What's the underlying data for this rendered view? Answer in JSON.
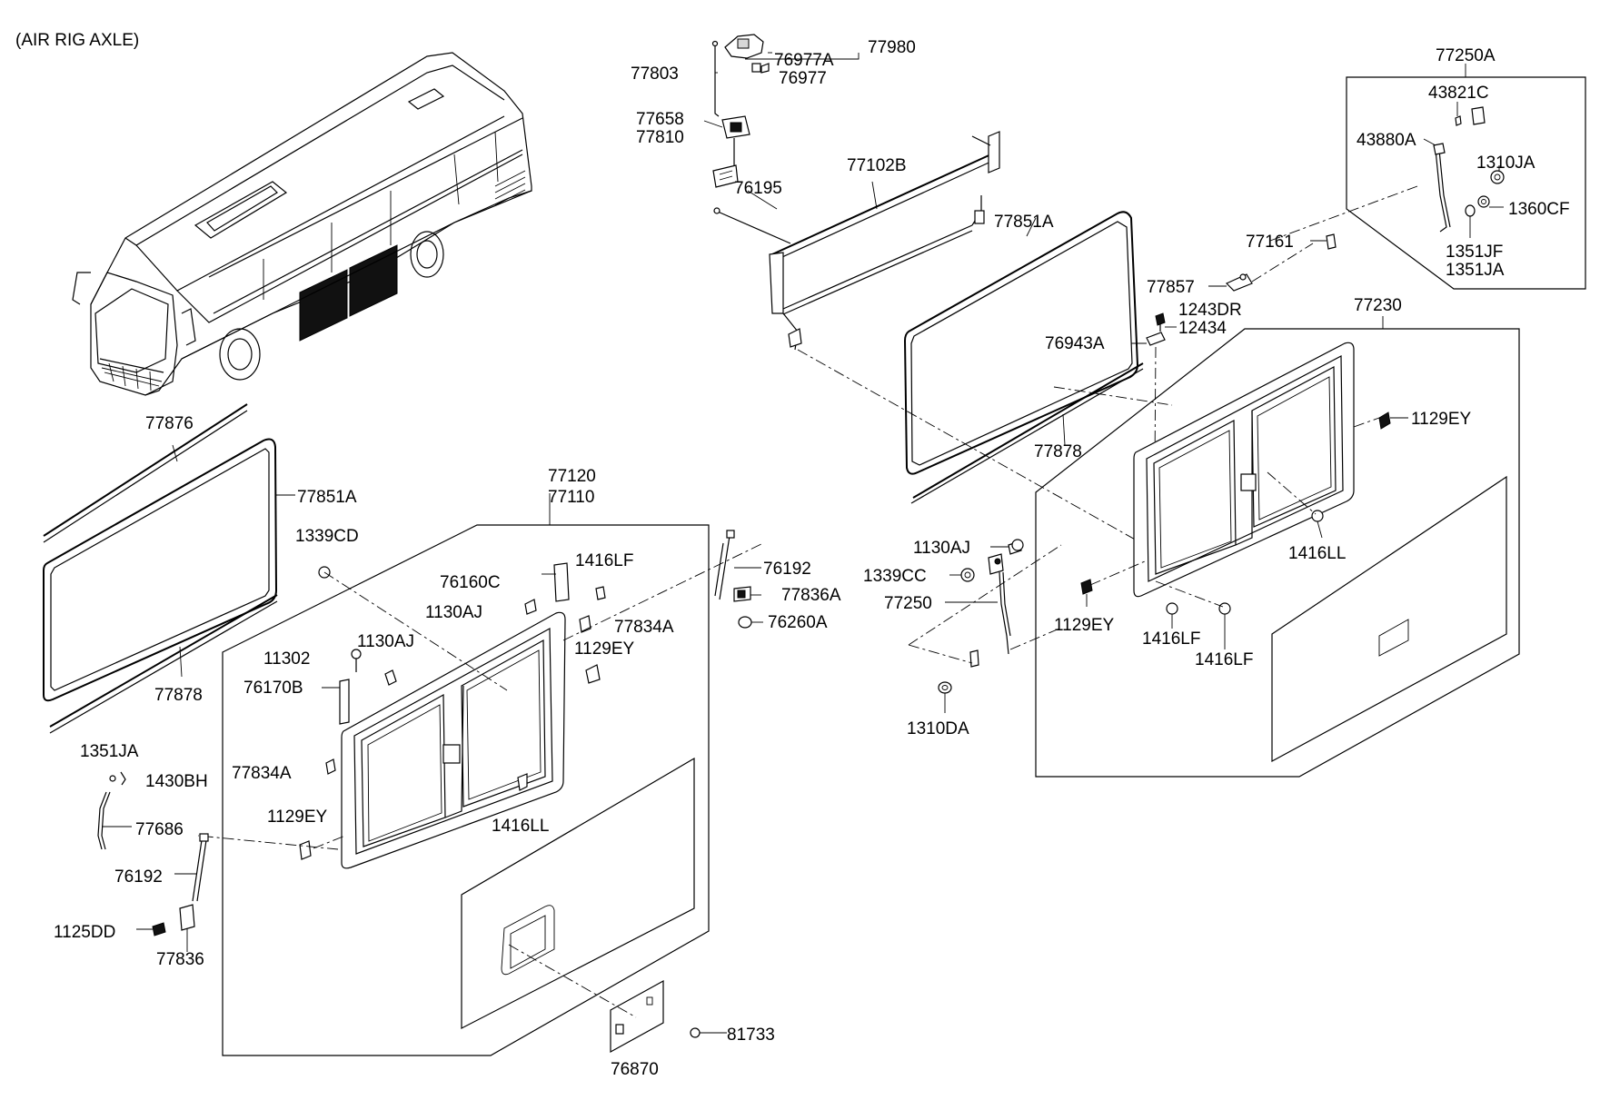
{
  "caption": "(AIR RIG AXLE)",
  "labels": {
    "p77803": "77803",
    "p76977A": "76977A",
    "p76977": "76977",
    "p77980": "77980",
    "p77658": "77658",
    "p77810": "77810",
    "p76195": "76195",
    "p77102B": "77102B",
    "p77851A_top": "77851A",
    "p77878_top": "77878",
    "p77876": "77876",
    "p77851A_left": "77851A",
    "p77878_left": "77878",
    "p1339CD": "1339CD",
    "p77120": "77120",
    "p77110": "77110",
    "p76160C": "76160C",
    "p1416LF_a": "1416LF",
    "p1130AJ_a": "1130AJ",
    "p77834A_a": "77834A",
    "p1129EY_a": "1129EY",
    "p76192_a": "76192",
    "p77836A": "77836A",
    "p76260A": "76260A",
    "p11302": "11302",
    "p1130AJ_b": "1130AJ",
    "p76170B": "76170B",
    "p77834A_b": "77834A",
    "p1416LL_a": "1416LL",
    "p1129EY_b": "1129EY",
    "p1351JA_left": "1351JA",
    "p1430BH": "1430BH",
    "p77686": "77686",
    "p76192_b": "76192",
    "p1125DD": "1125DD",
    "p77836": "77836",
    "p76870": "76870",
    "p81733": "81733",
    "p77250A": "77250A",
    "p43821C": "43821C",
    "p43880A": "43880A",
    "p1310JA": "1310JA",
    "p1360CF": "1360CF",
    "p1351JF": "1351JF",
    "p1351JA_right": "1351JA",
    "p77161": "77161",
    "p77857": "77857",
    "p1243DR": "1243DR",
    "p12434": "12434",
    "p76943A": "76943A",
    "p77230": "77230",
    "p1129EY_c": "1129EY",
    "p1130AJ_c": "1130AJ",
    "p1339CC": "1339CC",
    "p77250": "77250",
    "p1416LL_b": "1416LL",
    "p1129EY_d": "1129EY",
    "p1416LF_b": "1416LF",
    "p1416LF_c": "1416LF",
    "p1310DA": "1310DA"
  }
}
